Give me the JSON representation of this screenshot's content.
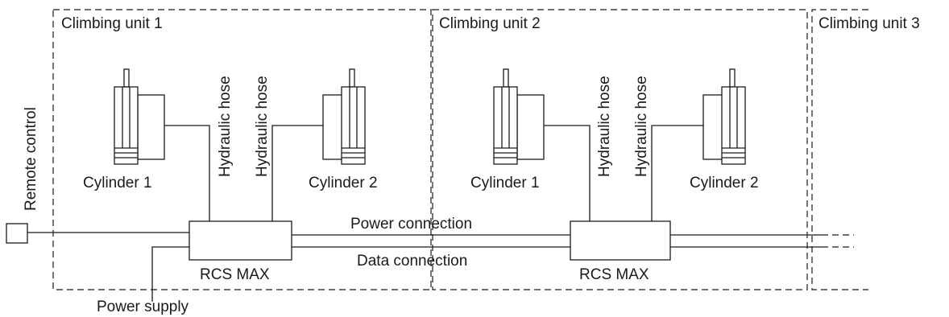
{
  "units": [
    {
      "title": "Climbing unit 1",
      "cylinder_left": "Cylinder 1",
      "cylinder_right": "Cylinder 2",
      "hose_left": "Hydraulic hose",
      "hose_right": "Hydraulic hose",
      "controller": "RCS MAX"
    },
    {
      "title": "Climbing unit 2",
      "cylinder_left": "Cylinder 1",
      "cylinder_right": "Cylinder 2",
      "hose_left": "Hydraulic hose",
      "hose_right": "Hydraulic hose",
      "controller": "RCS MAX"
    },
    {
      "title": "Climbing unit 3"
    }
  ],
  "remote_control": "Remote control",
  "power_connection": "Power connection",
  "data_connection": "Data connection",
  "power_supply": "Power supply"
}
